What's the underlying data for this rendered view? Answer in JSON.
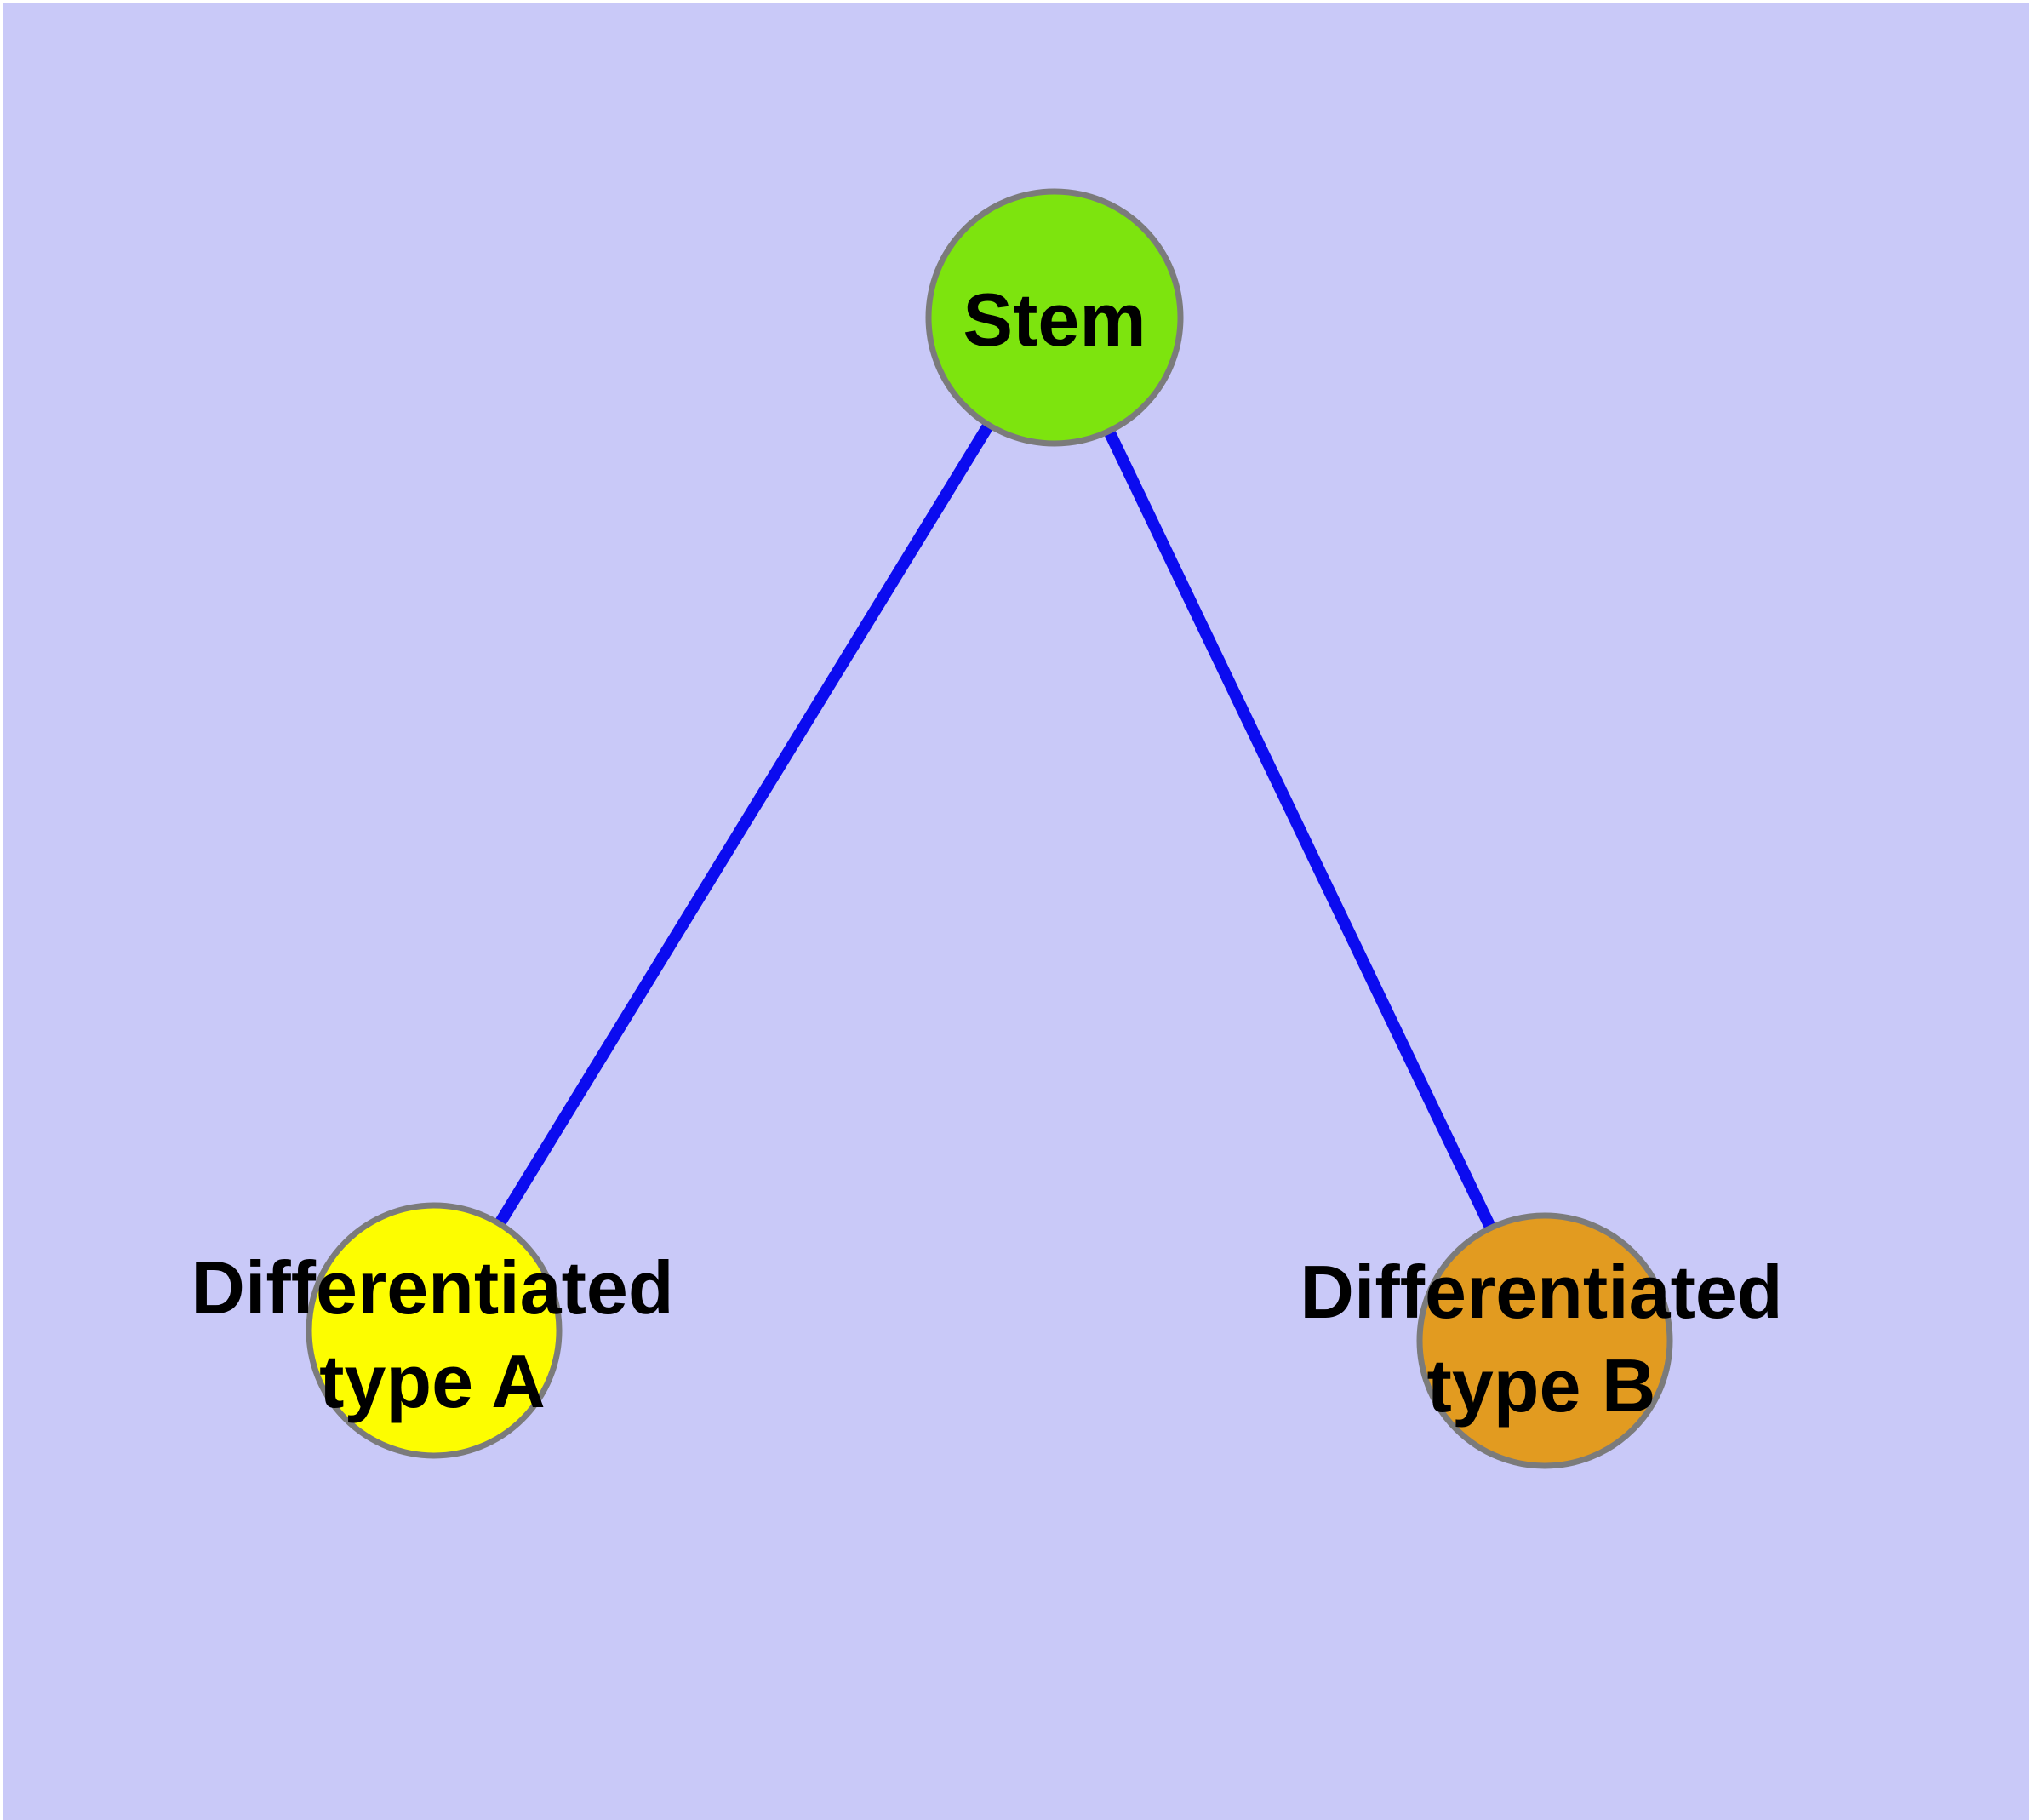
{
  "diagram": {
    "background_color": "#c9c9f8",
    "border_strip_color": "#ffffff",
    "edge_color": "#0b0bf0",
    "node_border_color": "#7b7b7b",
    "label_color": "#000000",
    "nodes": [
      {
        "id": "stem",
        "label": "Stem",
        "fill": "#7de40e"
      },
      {
        "id": "differentiated-type-a",
        "label_line1": "Differentiated",
        "label_line2": "type A",
        "fill": "#fdfd00"
      },
      {
        "id": "differentiated-type-b",
        "label_line1": "Differentiated",
        "label_line2": "type B",
        "fill": "#e29b20"
      }
    ],
    "edges": [
      {
        "from": "Stem",
        "to": "Differentiated type A"
      },
      {
        "from": "Stem",
        "to": "Differentiated type B"
      }
    ]
  }
}
